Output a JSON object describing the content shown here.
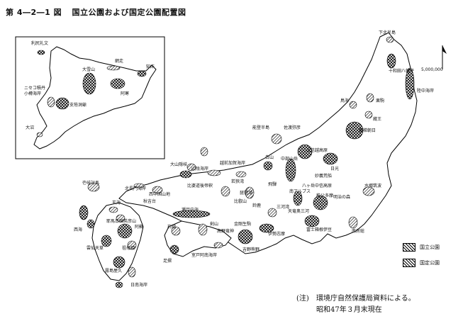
{
  "title": {
    "number": "第 4―2―1 図",
    "text": "国立公園および国定公園配置図"
  },
  "legend": {
    "national": "国立公園",
    "quasi": "国定公園"
  },
  "note": {
    "mark": "(注)",
    "line1": "環境庁自然保護局資料による。",
    "line2": "昭和47年３月末現在"
  },
  "scale": "5,000,000",
  "labels": {
    "rishiri": "利尻礼文",
    "abashiri": "網走",
    "shiretoko": "知床",
    "daisetsu": "大雪山",
    "akan": "阿寒",
    "niseko": "ニセコ積丹",
    "otaru": "小樽海岸",
    "shikotsu": "支笏洞爺",
    "onuma": "大沼",
    "shimokita": "下北半島",
    "towada": "十和田八幡平",
    "rikuchu": "陸中海岸",
    "kurikoma": "栗駒",
    "chokai": "鳥海",
    "zao": "蔵王",
    "bandai": "磐梯朝日",
    "sado": "佐渡弥彦",
    "noto": "能登半島",
    "echizen": "越前加賀海岸",
    "joshinetsu": "上信越高原",
    "hakusan": "白山",
    "chubu": "中部山岳",
    "nikko": "日光",
    "myogi": "妙義荒船",
    "suigo": "水郷筑波",
    "wakasa": "若狭湾",
    "daisen": "大山隠岐",
    "sanin": "山陰海岸",
    "biwako": "琵琶湖",
    "hida": "飛騨",
    "yatsugatake": "八ヶ岳中信高原",
    "chichibu": "秩父多摩",
    "chitose": "明治の森",
    "sanninaiyama": "比婆道後帝釈",
    "nishichugoku": "西中国山地",
    "kitanagato": "北長門海岸",
    "akiyoshidai": "秋吉台",
    "suzuka": "鈴鹿",
    "yoshinokumano": "吉野熊野",
    "setonaikai": "瀬戸内海",
    "ashizuri": "足摺",
    "muroto": "室戸阿南海岸",
    "tsurugi": "剣山",
    "genkai": "玄海",
    "iki": "壱岐対馬",
    "saikai": "西海",
    "unzen": "雲仙天草",
    "aso": "阿蘇",
    "kirishima": "霧島屋久",
    "nichinan": "日南海岸",
    "sobo": "祖母傾",
    "kongo": "金剛生駒",
    "ise": "伊勢志摩",
    "mikawa": "三河湾",
    "tenryu": "天竜奥三河",
    "fuji": "富士箱根伊豆",
    "minamiboso": "南房総",
    "koyasan": "高野竜神",
    "yaba": "耶馬日田英彦山",
    "ishizuchi": "石鎚",
    "minamialps": "南アルプス",
    "hiei": "比叡山"
  }
}
